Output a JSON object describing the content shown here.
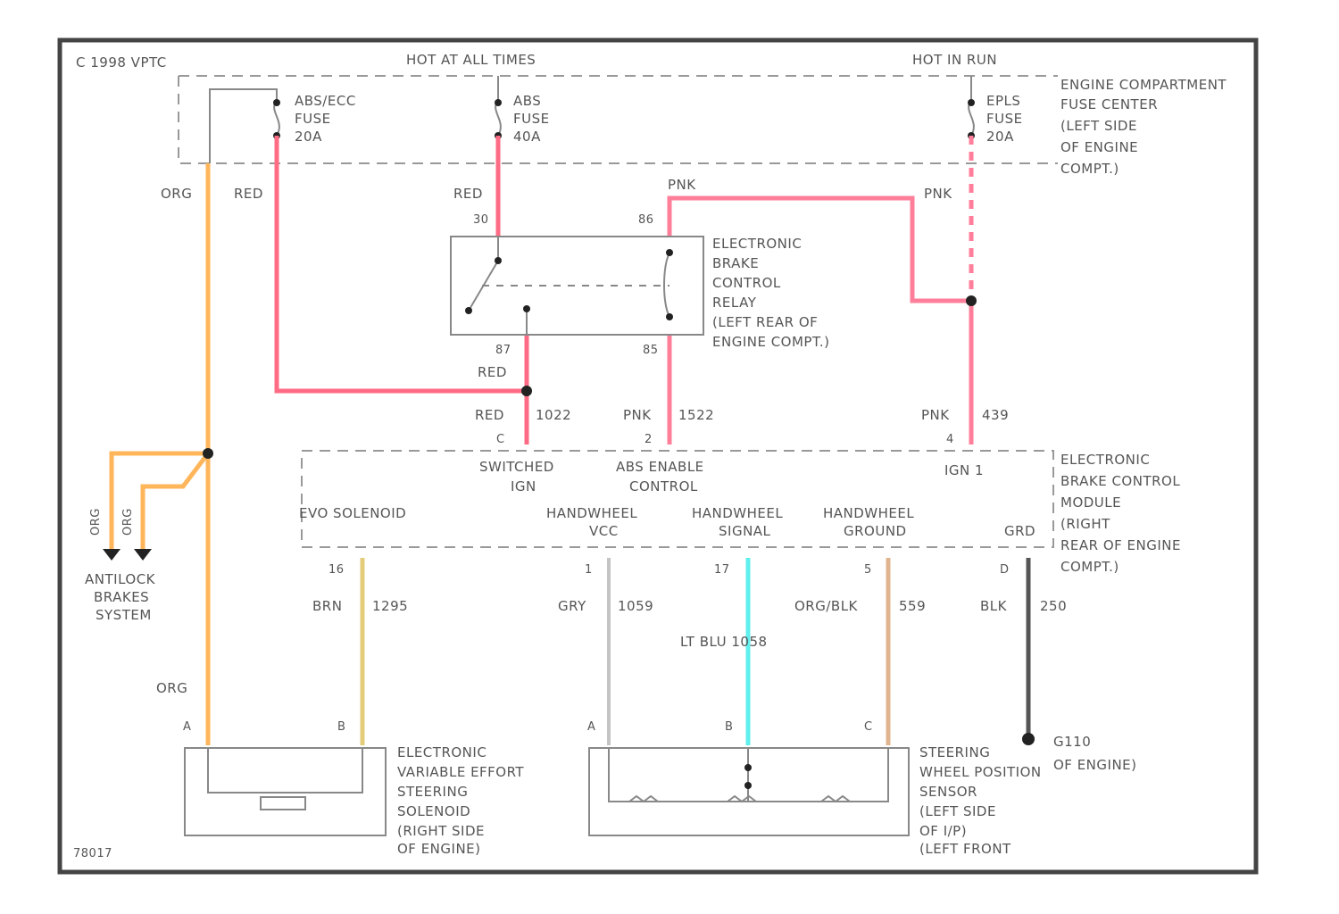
{
  "colors": {
    "red": "#ff6b85",
    "pink": "#ff7f9a",
    "orange": "#ffb65a",
    "yellow": "#e4cd7a",
    "cyan": "#5ff0ee",
    "tan": "#e0b48e",
    "gray": "#c4c4c4",
    "black": "#555555"
  },
  "header": {
    "fuse_box_label": "C 1998 VPTC",
    "hot_at_all_times": "HOT AT ALL TIMES",
    "hot_in_run": "HOT IN RUN"
  },
  "fuses": {
    "abs_ecc": [
      "ABS/ECC",
      "FUSE",
      "20A"
    ],
    "abs": [
      "ABS",
      "FUSE",
      "40A"
    ],
    "eps": [
      "EPLS",
      "FUSE",
      "20A"
    ]
  },
  "fuse_center": [
    "ENGINE COMPARTMENT",
    "FUSE CENTER",
    "(LEFT SIDE",
    "OF ENGINE",
    "COMPT.)"
  ],
  "relay": {
    "label": [
      "ELECTRONIC",
      "BRAKE",
      "CONTROL",
      "RELAY",
      "(LEFT REAR OF",
      "ENGINE COMPT.)"
    ],
    "pin_30": "30",
    "pin_86": "86",
    "pin_87": "87",
    "pin_85": "85"
  },
  "wires": {
    "org": "ORG",
    "red_1": "RED",
    "red_2": "RED",
    "pnk_top": "PNK",
    "pnk_right": "PNK",
    "red_3": "RED",
    "red_4": "RED",
    "circ_1": "1022",
    "pnk_2": "PNK",
    "circ_2": "1522",
    "pnk_3": "PNK",
    "circ_3": "439",
    "org_v1": "ORG",
    "org_v2": "ORG",
    "brn": "BRN",
    "circ_brn": "1295",
    "gry": "GRY",
    "circ_gry": "1059",
    "ltblu": "LT BLU 1058",
    "orgblk": "ORG/BLK",
    "circ_orgblk": "559",
    "blk": "BLK",
    "circ_blk": "250",
    "org_bottom": "ORG"
  },
  "module": {
    "pin_c": "C",
    "pin_switched": "SWITCHED IGN",
    "switched": [
      "SWITCHED",
      "IGN"
    ],
    "pin_2": "2",
    "abs_enable": [
      "ABS ENABLE",
      "CONTROL"
    ],
    "pin_4": "4",
    "ign1": "IGN 1",
    "evo": "EVO SOLENOID",
    "hw_vcc": [
      "HANDWHEEL",
      "VCC"
    ],
    "hw_signal": [
      "HANDWHEEL",
      "SIGNAL"
    ],
    "hw_ground": [
      "HANDWHEEL",
      "GROUND"
    ],
    "grd": "GRD",
    "label": [
      "ELECTRONIC",
      "BRAKE CONTROL",
      "MODULE",
      "(RIGHT",
      "REAR OF ENGINE",
      "COMPT.)"
    ],
    "pin_16": "16",
    "pin_1": "1",
    "pin_17": "17",
    "pin_5": "5",
    "pin_d": "D"
  },
  "abs_system": [
    "ANTILOCK",
    "BRAKES",
    "SYSTEM"
  ],
  "solenoid": {
    "pin_a": "A",
    "pin_b": "B",
    "label": [
      "ELECTRONIC",
      "VARIABLE EFFORT",
      "STEERING",
      "SOLENOID",
      "(RIGHT SIDE",
      "OF ENGINE)"
    ]
  },
  "sensor": {
    "pin_a": "A",
    "pin_b": "B",
    "pin_c": "C",
    "label": [
      "STEERING",
      "WHEEL POSITION",
      "SENSOR",
      "(LEFT SIDE",
      "OF I/P)",
      "(LEFT FRONT"
    ]
  },
  "ground": {
    "id": "G110",
    "label": "OF ENGINE)"
  },
  "figure_id": "78017"
}
